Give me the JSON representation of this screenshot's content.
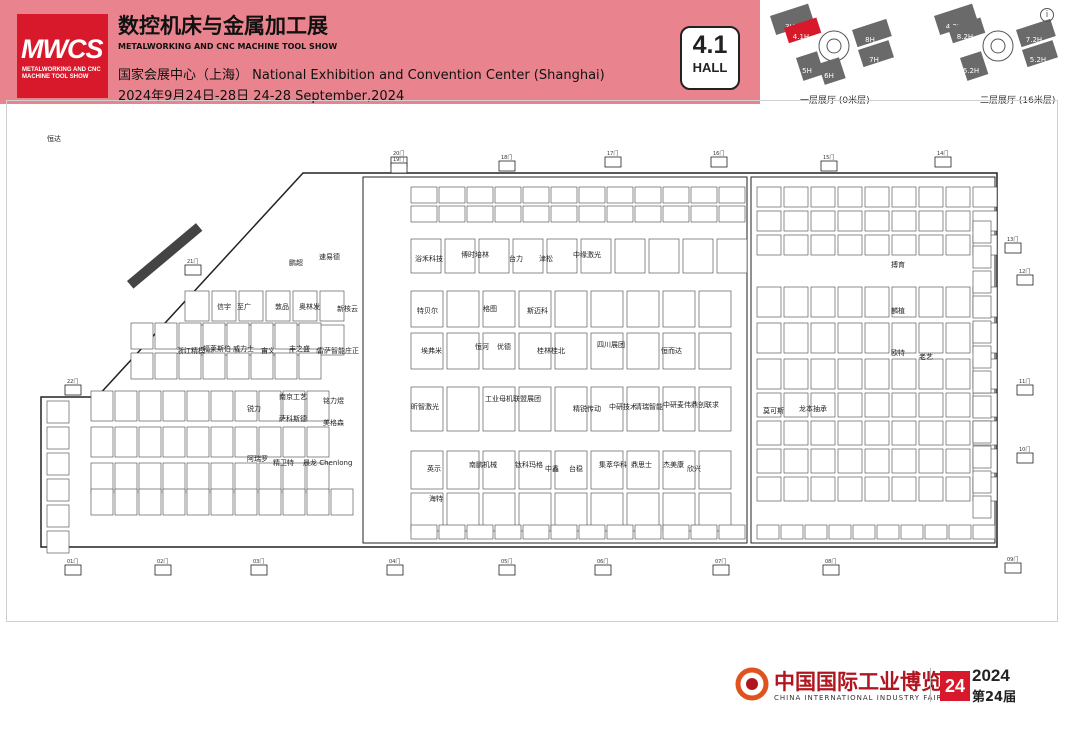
{
  "header": {
    "logo_text": "MWCS",
    "logo_subtitle": "METALWORKING AND CNC MACHINE TOOL SHOW",
    "title_cn": "数控机床与金属加工展",
    "title_en": "METALWORKING AND CNC MACHINE TOOL SHOW",
    "venue": "国家会展中心（上海） National Exhibition and Convention Center (Shanghai)",
    "dates": "2024年9月24日-28日   24-28 September,2024",
    "hall_number": "4.1",
    "hall_word": "HALL",
    "background_color": "#e9848f",
    "accent_color": "#d7192b"
  },
  "minimaps": {
    "floor1_label": "一层展厅 (0米层)",
    "floor2_label": "二层展厅 (16米层)",
    "floor1_halls": [
      "3H",
      "4.1H",
      "8H",
      "7H",
      "5H",
      "6H"
    ],
    "floor2_halls": [
      "4.2H",
      "8.2H",
      "7.2H",
      "5.2H",
      "6.2H"
    ],
    "highlight_color": "#d7192b"
  },
  "plan": {
    "gates": [
      "20门",
      "21门",
      "22门",
      "01门",
      "02门",
      "03门",
      "04门",
      "05门",
      "06门",
      "07门",
      "08门",
      "09门",
      "10门",
      "11门",
      "12门",
      "13门",
      "14门",
      "15门",
      "16门",
      "17门",
      "18门",
      "19门"
    ],
    "booths": [
      {
        "name": "信宇"
      },
      {
        "name": "至广"
      },
      {
        "name": "敦品"
      },
      {
        "name": "奥林发"
      },
      {
        "name": "新核云"
      },
      {
        "name": "浙江精模"
      },
      {
        "name": "福莱斯伯"
      },
      {
        "name": "威力士"
      },
      {
        "name": "宙义"
      },
      {
        "name": "丰之盛"
      },
      {
        "name": "雷萨智能"
      },
      {
        "name": "庄正"
      },
      {
        "name": "速易德"
      },
      {
        "name": "鹏超"
      },
      {
        "name": "浴禾科技"
      },
      {
        "name": "博时培林"
      },
      {
        "name": "台力"
      },
      {
        "name": "津松"
      },
      {
        "name": "中缘激光"
      },
      {
        "name": "特贝尔"
      },
      {
        "name": "格图"
      },
      {
        "name": "斯迈科"
      },
      {
        "name": "埃弗米"
      },
      {
        "name": "恒河"
      },
      {
        "name": "优德"
      },
      {
        "name": "桂林桂北"
      },
      {
        "name": "四川展团"
      },
      {
        "name": "恒而达"
      },
      {
        "name": "昕智激光"
      },
      {
        "name": "工业母机联盟展团"
      },
      {
        "name": "精锐传动"
      },
      {
        "name": "中研技术"
      },
      {
        "name": "清瑞智能"
      },
      {
        "name": "中研麦伟"
      },
      {
        "name": "鼎创联求"
      },
      {
        "name": "莫可斯"
      },
      {
        "name": "英示"
      },
      {
        "name": "海特"
      },
      {
        "name": "南鹏机械"
      },
      {
        "name": "钛科玛格"
      },
      {
        "name": "中鑫"
      },
      {
        "name": "台稳"
      },
      {
        "name": "集萃华科"
      },
      {
        "name": "鼎思士"
      },
      {
        "name": "杰美康"
      },
      {
        "name": "欣兴"
      },
      {
        "name": "龙本抽承"
      },
      {
        "name": "铭力煜"
      },
      {
        "name": "美格森"
      },
      {
        "name": "南京工艺"
      },
      {
        "name": "萨科斯德"
      },
      {
        "name": "晨龙 Chenlong"
      },
      {
        "name": "精卫特"
      },
      {
        "name": "锐力"
      },
      {
        "name": "阿瑞罗"
      },
      {
        "name": "麟植"
      },
      {
        "name": "欧特"
      },
      {
        "name": "老艺"
      },
      {
        "name": "搏育"
      },
      {
        "name": "恒达"
      }
    ]
  }
}
